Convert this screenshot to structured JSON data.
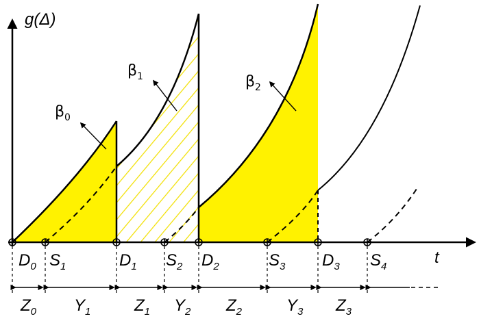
{
  "y_axis_label": "g(Δ)",
  "x_axis_label": "t",
  "points": [
    {
      "letter": "D",
      "sub": "0"
    },
    {
      "letter": "S",
      "sub": "1"
    },
    {
      "letter": "D",
      "sub": "1"
    },
    {
      "letter": "S",
      "sub": "2"
    },
    {
      "letter": "D",
      "sub": "2"
    },
    {
      "letter": "S",
      "sub": "3"
    },
    {
      "letter": "D",
      "sub": "3"
    },
    {
      "letter": "S",
      "sub": "4"
    }
  ],
  "intervals": [
    {
      "letter": "Z",
      "sub": "0"
    },
    {
      "letter": "Y",
      "sub": "1"
    },
    {
      "letter": "Z",
      "sub": "1"
    },
    {
      "letter": "Y",
      "sub": "2"
    },
    {
      "letter": "Z",
      "sub": "2"
    },
    {
      "letter": "Y",
      "sub": "3"
    },
    {
      "letter": "Z",
      "sub": "3"
    }
  ],
  "regions": [
    {
      "letter": "β",
      "sub": "0"
    },
    {
      "letter": "β",
      "sub": "1"
    },
    {
      "letter": "β",
      "sub": "2"
    }
  ],
  "colors": {
    "fill": "#FFF200",
    "hatch": "#F2E000",
    "line": "#000000"
  }
}
